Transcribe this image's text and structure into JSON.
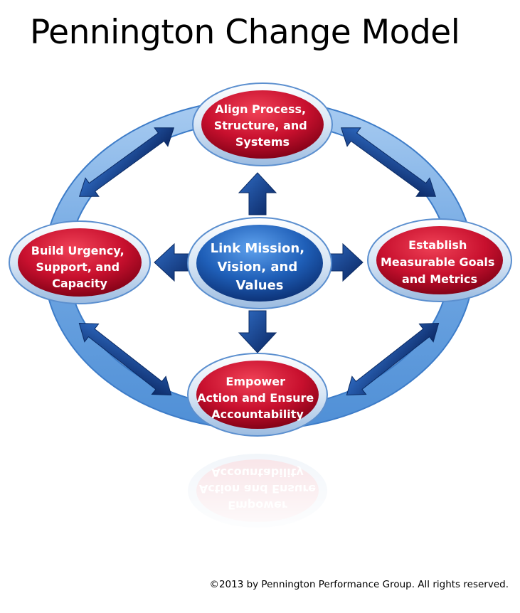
{
  "title": "Pennington Change Model",
  "copyright": "©2013 by Pennington Performance Group. All rights reserved.",
  "center": {
    "lines": [
      "Link Mission,",
      "Vision, and",
      "Values"
    ]
  },
  "nodes": {
    "top": {
      "lines": [
        "Align Process,",
        "Structure, and",
        "Systems"
      ]
    },
    "right": {
      "lines": [
        "Establish",
        "Measurable Goals",
        "and Metrics"
      ]
    },
    "bottom": {
      "lines": [
        "Empower",
        "Action and Ensure",
        "Accountability"
      ]
    },
    "left": {
      "lines": [
        "Build Urgency,",
        "Support, and",
        "Capacity"
      ]
    }
  },
  "colors": {
    "node_red": "#c8102e",
    "center_blue": "#1f5fb8",
    "ring_blue": "#7fb2e8",
    "arrow_navy": "#0d2f6b"
  }
}
